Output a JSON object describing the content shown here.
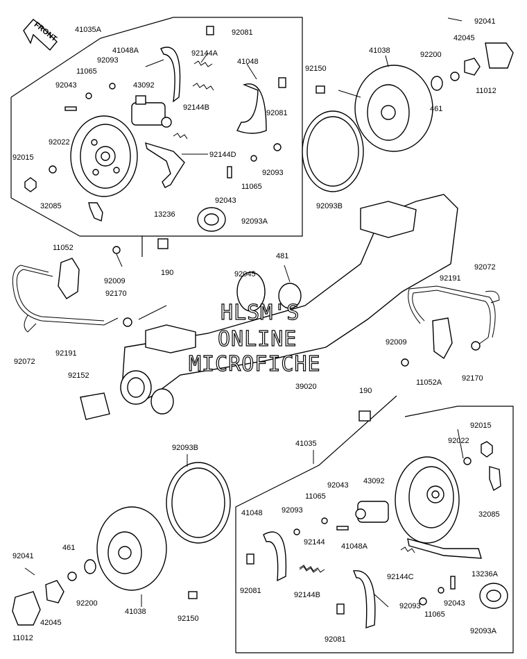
{
  "front_label": "FRONT",
  "watermark": [
    "HLSM'S",
    "ONLINE",
    "MICROFICHE"
  ],
  "labels": {
    "l41035A": "41035A",
    "l92081a": "92081",
    "l92041a": "92041",
    "l41048A_a": "41048A",
    "l92144A": "92144A",
    "l41048_a": "41048",
    "l42045a": "42045",
    "l41038a": "41038",
    "l92200a": "92200",
    "l92093a": "92093",
    "l11065a": "11065",
    "l92150a": "92150",
    "l11012a": "11012",
    "l92043a": "92043",
    "l43092a": "43092",
    "l92144B_a": "92144B",
    "l92081b": "92081",
    "l461a": "461",
    "l92022a": "92022",
    "l92015a": "92015",
    "l92144D": "92144D",
    "l92093b": "92093",
    "l11065b": "11065",
    "l92043b": "92043",
    "l32085a": "32085",
    "l92093B_a": "92093B",
    "l13236": "13236",
    "l92093A_a": "92093A",
    "l11052": "11052",
    "l481": "481",
    "l92009a": "92009",
    "l92045b": "92045",
    "l190a": "190",
    "l92072a": "92072",
    "l92170a": "92170",
    "l92191a": "92191",
    "l92072b": "92072",
    "l92191b": "92191",
    "l92009b": "92009",
    "l11052A": "11052A",
    "l92170b": "92170",
    "l92152": "92152",
    "l39020": "39020",
    "l190b": "190",
    "l92093B_b": "92093B",
    "l41035": "41035",
    "l92015b": "92015",
    "l92022b": "92022",
    "l92043c": "92043",
    "l43092b": "43092",
    "l11065c": "11065",
    "l41048_b": "41048",
    "l92093c": "92093",
    "l32085b": "32085",
    "l41048A_b": "41048A",
    "l92144": "92144",
    "l92041b": "92041",
    "l461b": "461",
    "l92144C": "92144C",
    "l13236A": "13236A",
    "l92081c": "92081",
    "l92144B_b": "92144B",
    "l92200b": "92200",
    "l92043d": "92043",
    "l41038b": "41038",
    "l92093d": "92093",
    "l11065d": "11065",
    "l11012b": "11012",
    "l42045b": "42045",
    "l92150b": "92150",
    "l92081d": "92081",
    "l92093A_b": "92093A"
  }
}
